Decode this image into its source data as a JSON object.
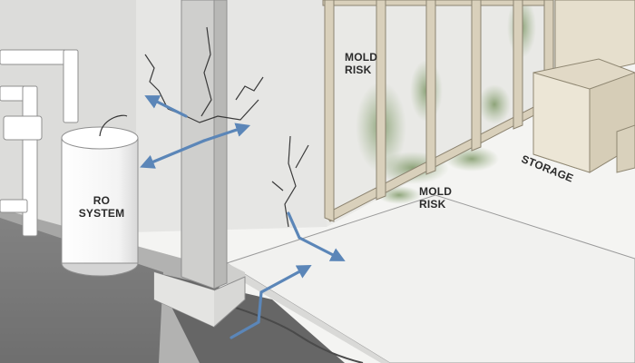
{
  "labels": {
    "ro_system": [
      "RO",
      "SYSTEM"
    ],
    "mold_risk_wall": [
      "MOLD",
      "RISK"
    ],
    "mold_risk_floor": [
      "MOLD",
      "RISK"
    ],
    "storage": "STORAGE"
  },
  "colors": {
    "background": "#f4f4f2",
    "wall": "#e3e3e1",
    "floor_dark": "#6e6e6e",
    "floor_light": "#f1f1ef",
    "pipe": "#ffffff",
    "pillar": "#c9c9c7",
    "water_arrow": "#5b86b8",
    "mold": "#7f9a66",
    "stud": "#d9d0bb",
    "box": "#e1d9c6"
  },
  "icons": {
    "arrows": "water-flow-arrow-icon",
    "cracks": "crack-icon",
    "mold": "mold-spot-icon"
  }
}
